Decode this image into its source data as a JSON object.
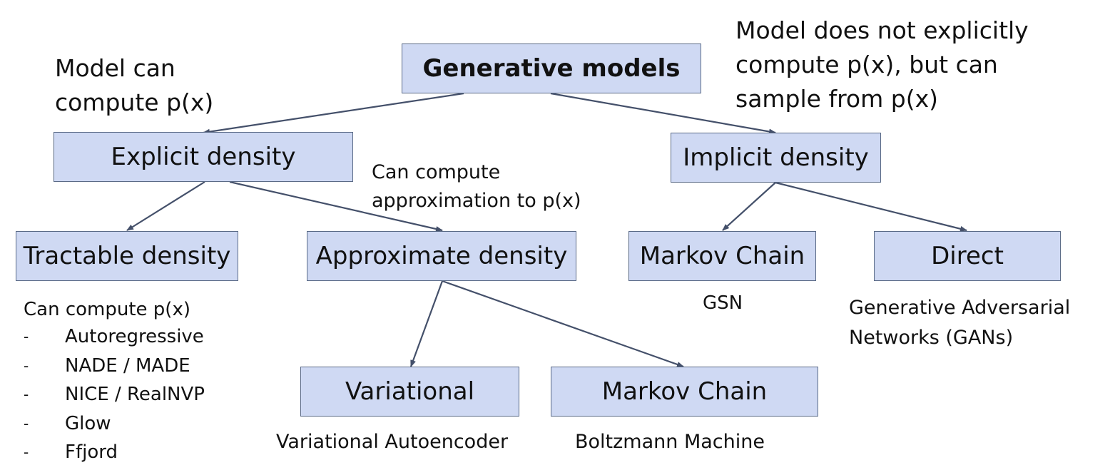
{
  "diagram": {
    "nodes": {
      "root": "Generative models",
      "explicit": "Explicit density",
      "implicit": "Implicit density",
      "tractable": "Tractable density",
      "approximate": "Approximate density",
      "markov_implicit": "Markov Chain",
      "direct": "Direct",
      "variational": "Variational",
      "markov_approx": "Markov Chain"
    },
    "notes": {
      "explicit_line1": "Model can",
      "explicit_line2": "compute p(x)",
      "implicit_line1": "Model does not explicitly",
      "implicit_line2": "compute p(x), but can",
      "implicit_line3": "sample from p(x)",
      "approx_line1": "Can compute",
      "approx_line2": "approximation to p(x)",
      "gsn": "GSN",
      "gan_line1": "Generative Adversarial",
      "gan_line2": "Networks (GANs)",
      "vae": "Variational Autoencoder",
      "boltzmann": "Boltzmann Machine"
    },
    "tractable_list": {
      "heading": "Can compute p(x)",
      "bullet": "-",
      "items": [
        "Autoregressive",
        "NADE / MADE",
        "NICE / RealNVP",
        "Glow",
        "Ffjord"
      ]
    },
    "colors": {
      "node_fill": "#cfd9f3",
      "node_border": "#5a6a86",
      "arrow": "#44506a"
    }
  }
}
